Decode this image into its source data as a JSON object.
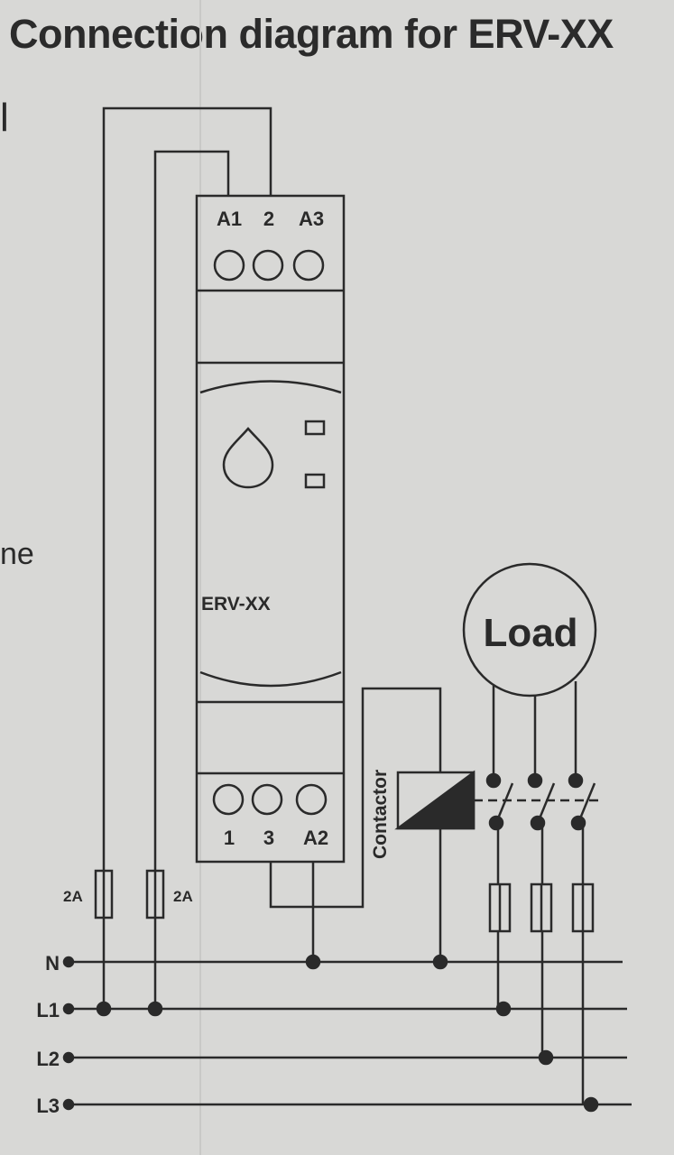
{
  "title": "Connection diagram for ERV-XX",
  "device": {
    "name": "ERV-XX",
    "top_terminals": [
      "A1",
      "2",
      "A3"
    ],
    "bottom_terminals": [
      "1",
      "3",
      "A2"
    ]
  },
  "fuses": {
    "left": "2A",
    "right": "2A"
  },
  "contactor_label": "Contactor",
  "load_label": "Load",
  "lines": [
    "N",
    "L1",
    "L2",
    "L3"
  ],
  "margin_fragments": [
    "l",
    "ne"
  ],
  "colors": {
    "paper": "#d8d8d6",
    "ink": "#2a2a2a"
  }
}
